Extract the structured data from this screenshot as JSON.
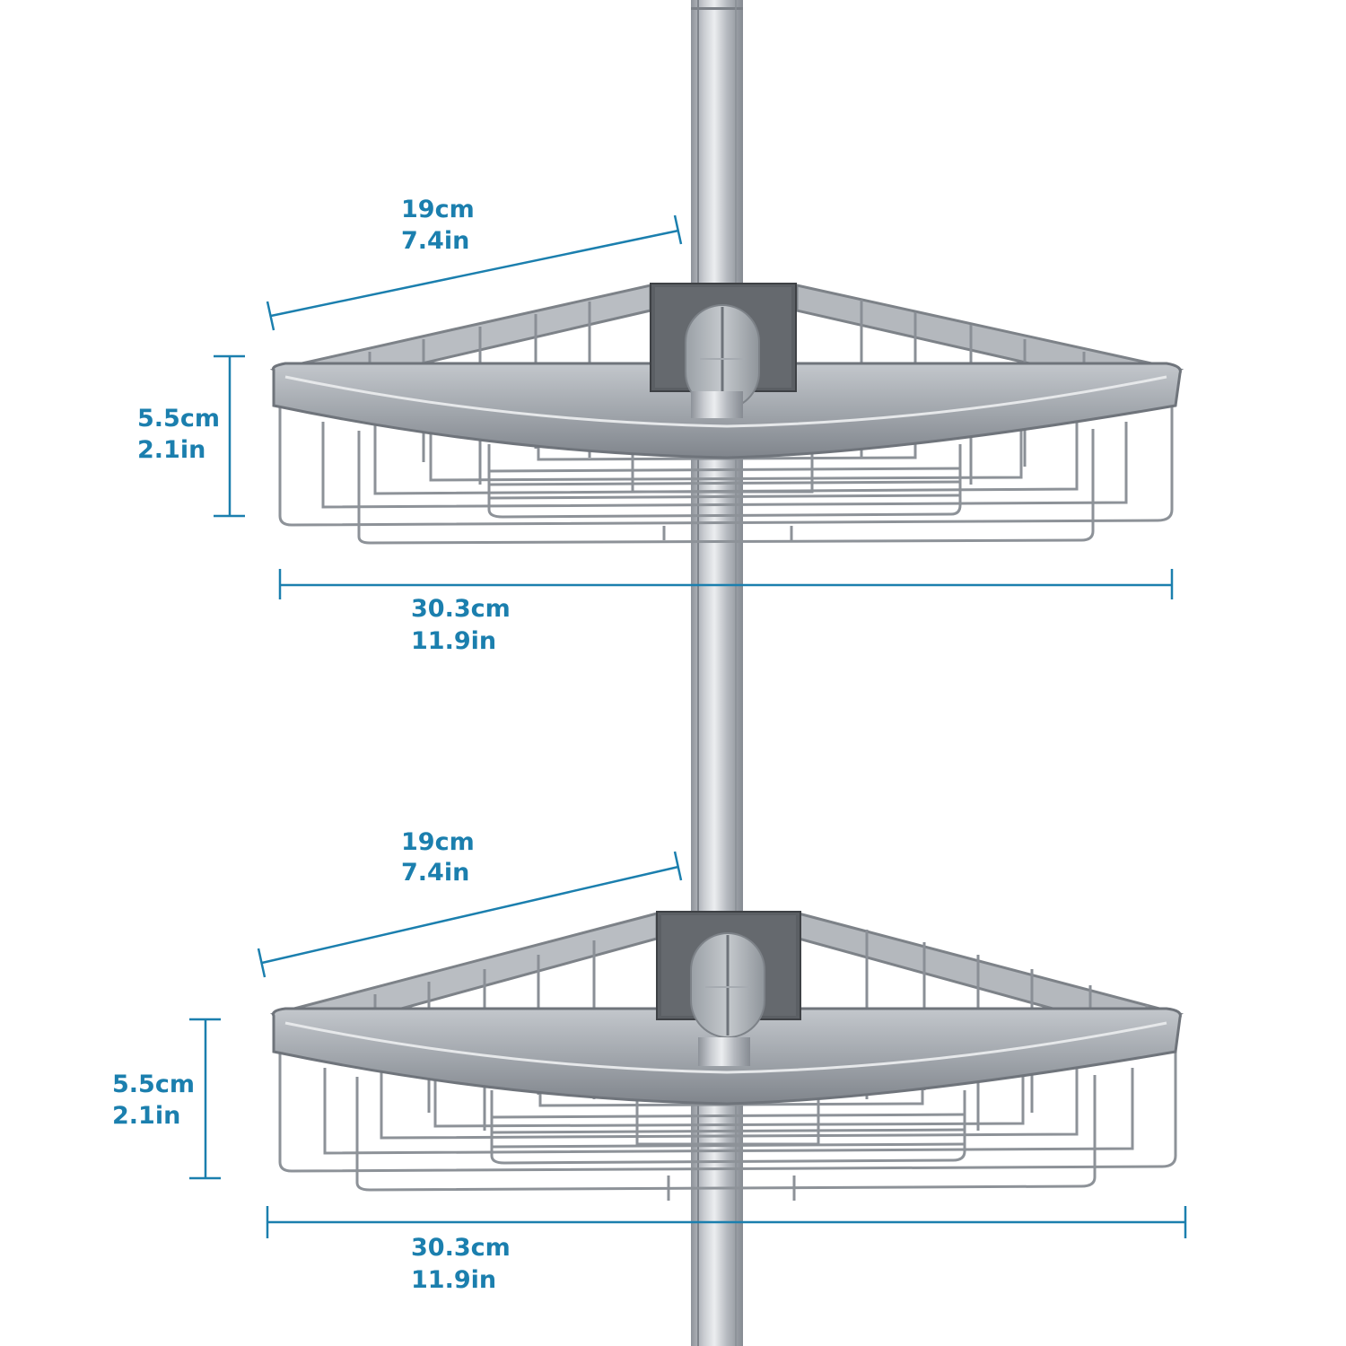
{
  "accent_color": "#1b7fae",
  "baskets": [
    {
      "depth": {
        "cm": "19cm",
        "in": "7.4in"
      },
      "height": {
        "cm": "5.5cm",
        "in": "2.1in"
      },
      "width": {
        "cm": "30.3cm",
        "in": "11.9in"
      }
    },
    {
      "depth": {
        "cm": "19cm",
        "in": "7.4in"
      },
      "height": {
        "cm": "5.5cm",
        "in": "2.1in"
      },
      "width": {
        "cm": "30.3cm",
        "in": "11.9in"
      }
    }
  ]
}
